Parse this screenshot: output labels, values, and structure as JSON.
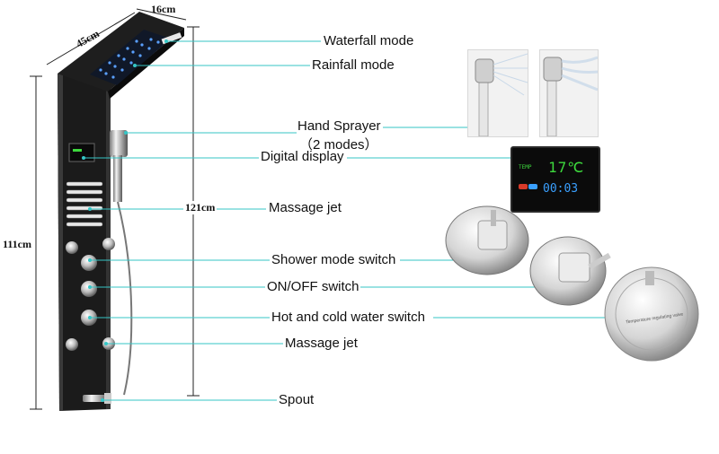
{
  "dimensions": {
    "width": "16cm",
    "depth": "45cm",
    "total_height": "111cm",
    "panel_height": "121cm"
  },
  "labels": {
    "waterfall": "Waterfall mode",
    "rainfall": "Rainfall mode",
    "hand_sprayer": "Hand Sprayer",
    "hand_sprayer_modes": "（2 modes）",
    "digital_display": "Digital display",
    "massage_jet_top": "Massage jet",
    "mode_switch": "Shower mode switch",
    "onoff_switch": "ON/OFF switch",
    "hot_cold_switch": "Hot and cold water switch",
    "massage_jet_bottom": "Massage jet",
    "spout": "Spout"
  },
  "display_readout": {
    "temp_label": "TEMP",
    "temp_value": "17℃",
    "time_value": "00:03"
  },
  "thermostat_text": "Temperature regulating valve",
  "colors": {
    "leader_line": "#35c6c6",
    "panel": "#1b1b1b",
    "display_green": "#3dd83d",
    "display_blue": "#3aa0ff"
  }
}
